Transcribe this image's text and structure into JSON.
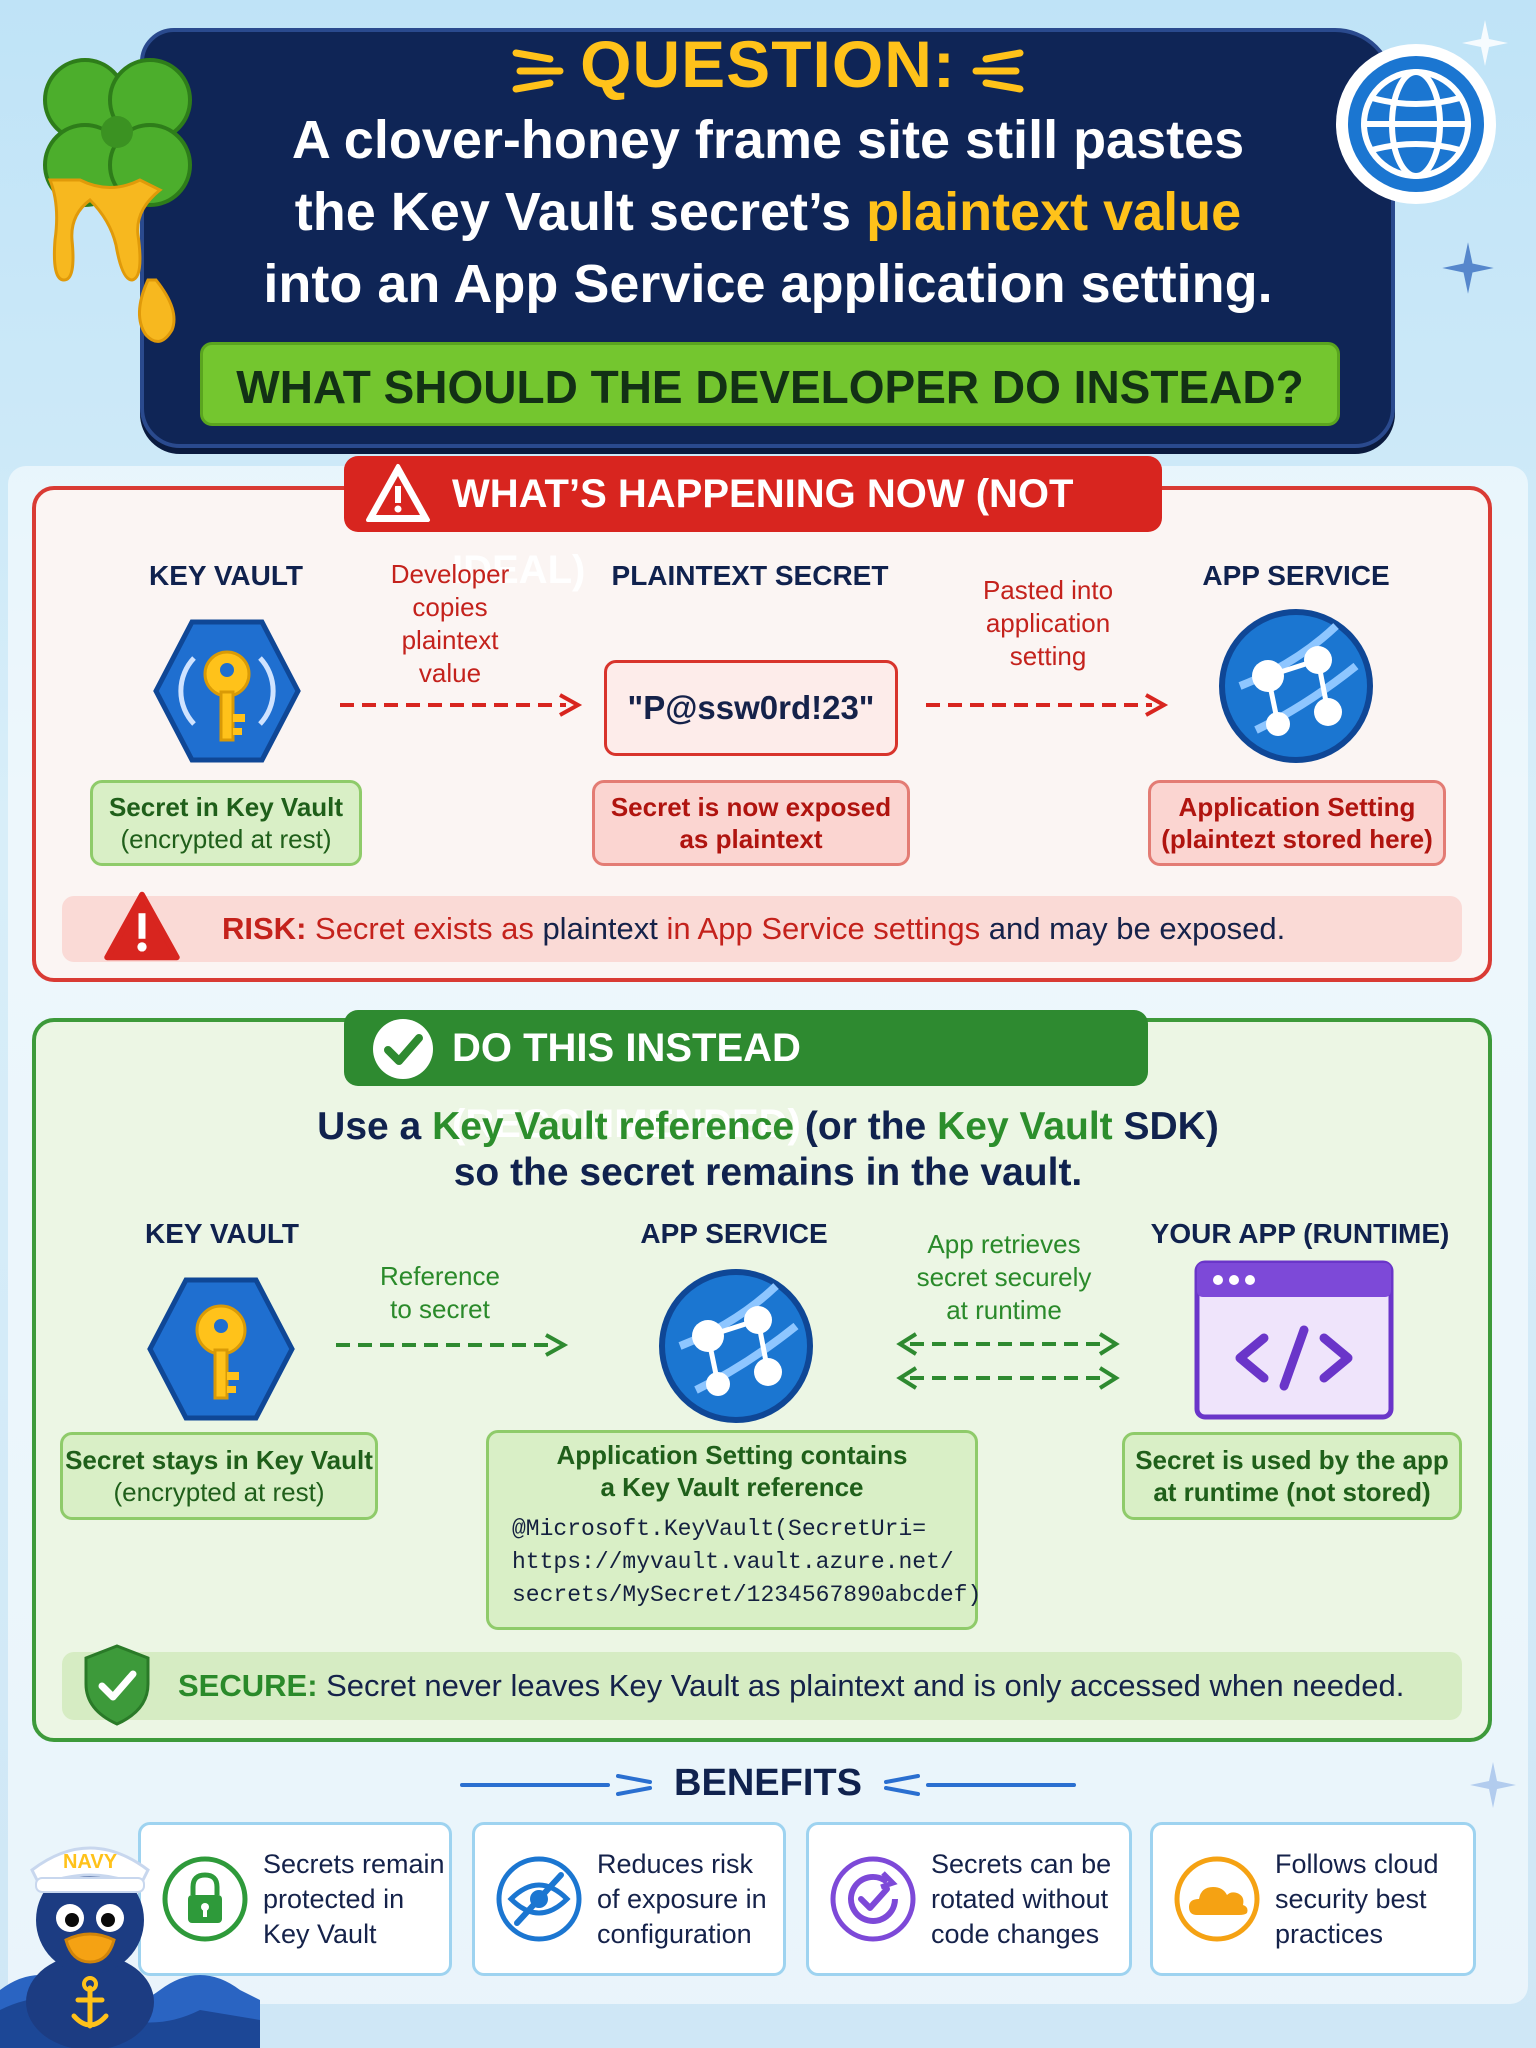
{
  "header": {
    "label": "QUESTION:",
    "line1": "A clover-honey frame site still pastes",
    "line2_pre": "the Key Vault secret’s ",
    "line2_hl": "plaintext value",
    "line3": "into an App Service application setting.",
    "ask": "WHAT SHOULD THE DEVELOPER DO INSTEAD?"
  },
  "bad": {
    "pill": "WHAT’S HAPPENING NOW (NOT IDEAL)",
    "col1_title": "KEY VAULT",
    "col2_title": "PLAINTEXT SECRET",
    "col3_title": "APP SERVICE",
    "flow1": [
      "Developer",
      "copies",
      "plaintext",
      "value"
    ],
    "flow2": [
      "Pasted into",
      "application",
      "setting"
    ],
    "secret_value": "\"P@ssw0rd!23\"",
    "box1": [
      "Secret in Key Vault",
      "(encrypted at rest)"
    ],
    "box2": [
      "Secret is now exposed",
      "as plaintext"
    ],
    "box3": [
      "Application Setting",
      "(plaintezt stored here)"
    ],
    "risk_label": "RISK:",
    "risk_parts": [
      "Secret exists as ",
      "plaintext",
      " in App ",
      "Service settings",
      " and may be exposed."
    ]
  },
  "good": {
    "pill": "DO THIS INSTEAD (RECOMMENDED)",
    "sentence1": [
      "Use a ",
      "Key Vault reference",
      " (or the ",
      "Key Vault",
      " SDK)"
    ],
    "sentence2": "so the secret remains in the vault.",
    "col1_title": "KEY VAULT",
    "col2_title": "APP SERVICE",
    "col3_title": "YOUR APP (RUNTIME)",
    "flow1": [
      "Reference",
      "to secret"
    ],
    "flow2": [
      "App retrieves",
      "secret securely",
      "at runtime"
    ],
    "box1": [
      "Secret stays in Key Vault",
      "(encrypted at rest)"
    ],
    "box2_title": [
      "Application Setting contains",
      "a Key Vault reference"
    ],
    "code": [
      "@Microsoft.KeyVault(SecretUri=",
      "https://myvault.vault.azure.net/",
      "secrets/MySecret/1234567890abcdef)"
    ],
    "box3": [
      "Secret is used by the app",
      "at runtime (not stored)"
    ],
    "secure_label": "SECURE:",
    "secure_text": " Secret never leaves Key Vault as plaintext and is only accessed when needed."
  },
  "benefits": {
    "title": "BENEFITS",
    "items": [
      {
        "lines": [
          "Secrets remain",
          "protected in",
          "Key Vault"
        ],
        "icon": "lock-icon"
      },
      {
        "lines": [
          "Reduces risk",
          "of exposure in",
          "configuration"
        ],
        "icon": "eye-slash-icon"
      },
      {
        "lines": [
          "Secrets can be",
          "rotated without",
          "code changes"
        ],
        "icon": "rotate-check-icon"
      },
      {
        "lines": [
          "Follows cloud",
          "security best",
          "practices"
        ],
        "icon": "cloud-icon"
      }
    ]
  },
  "mascot_cap": "NAVY",
  "colors": {
    "navy": "#0f2556",
    "gold": "#ffc21a",
    "red": "#d8251f",
    "green": "#2e8a30",
    "lime": "#74c62f",
    "azure": "#1b76d1"
  }
}
